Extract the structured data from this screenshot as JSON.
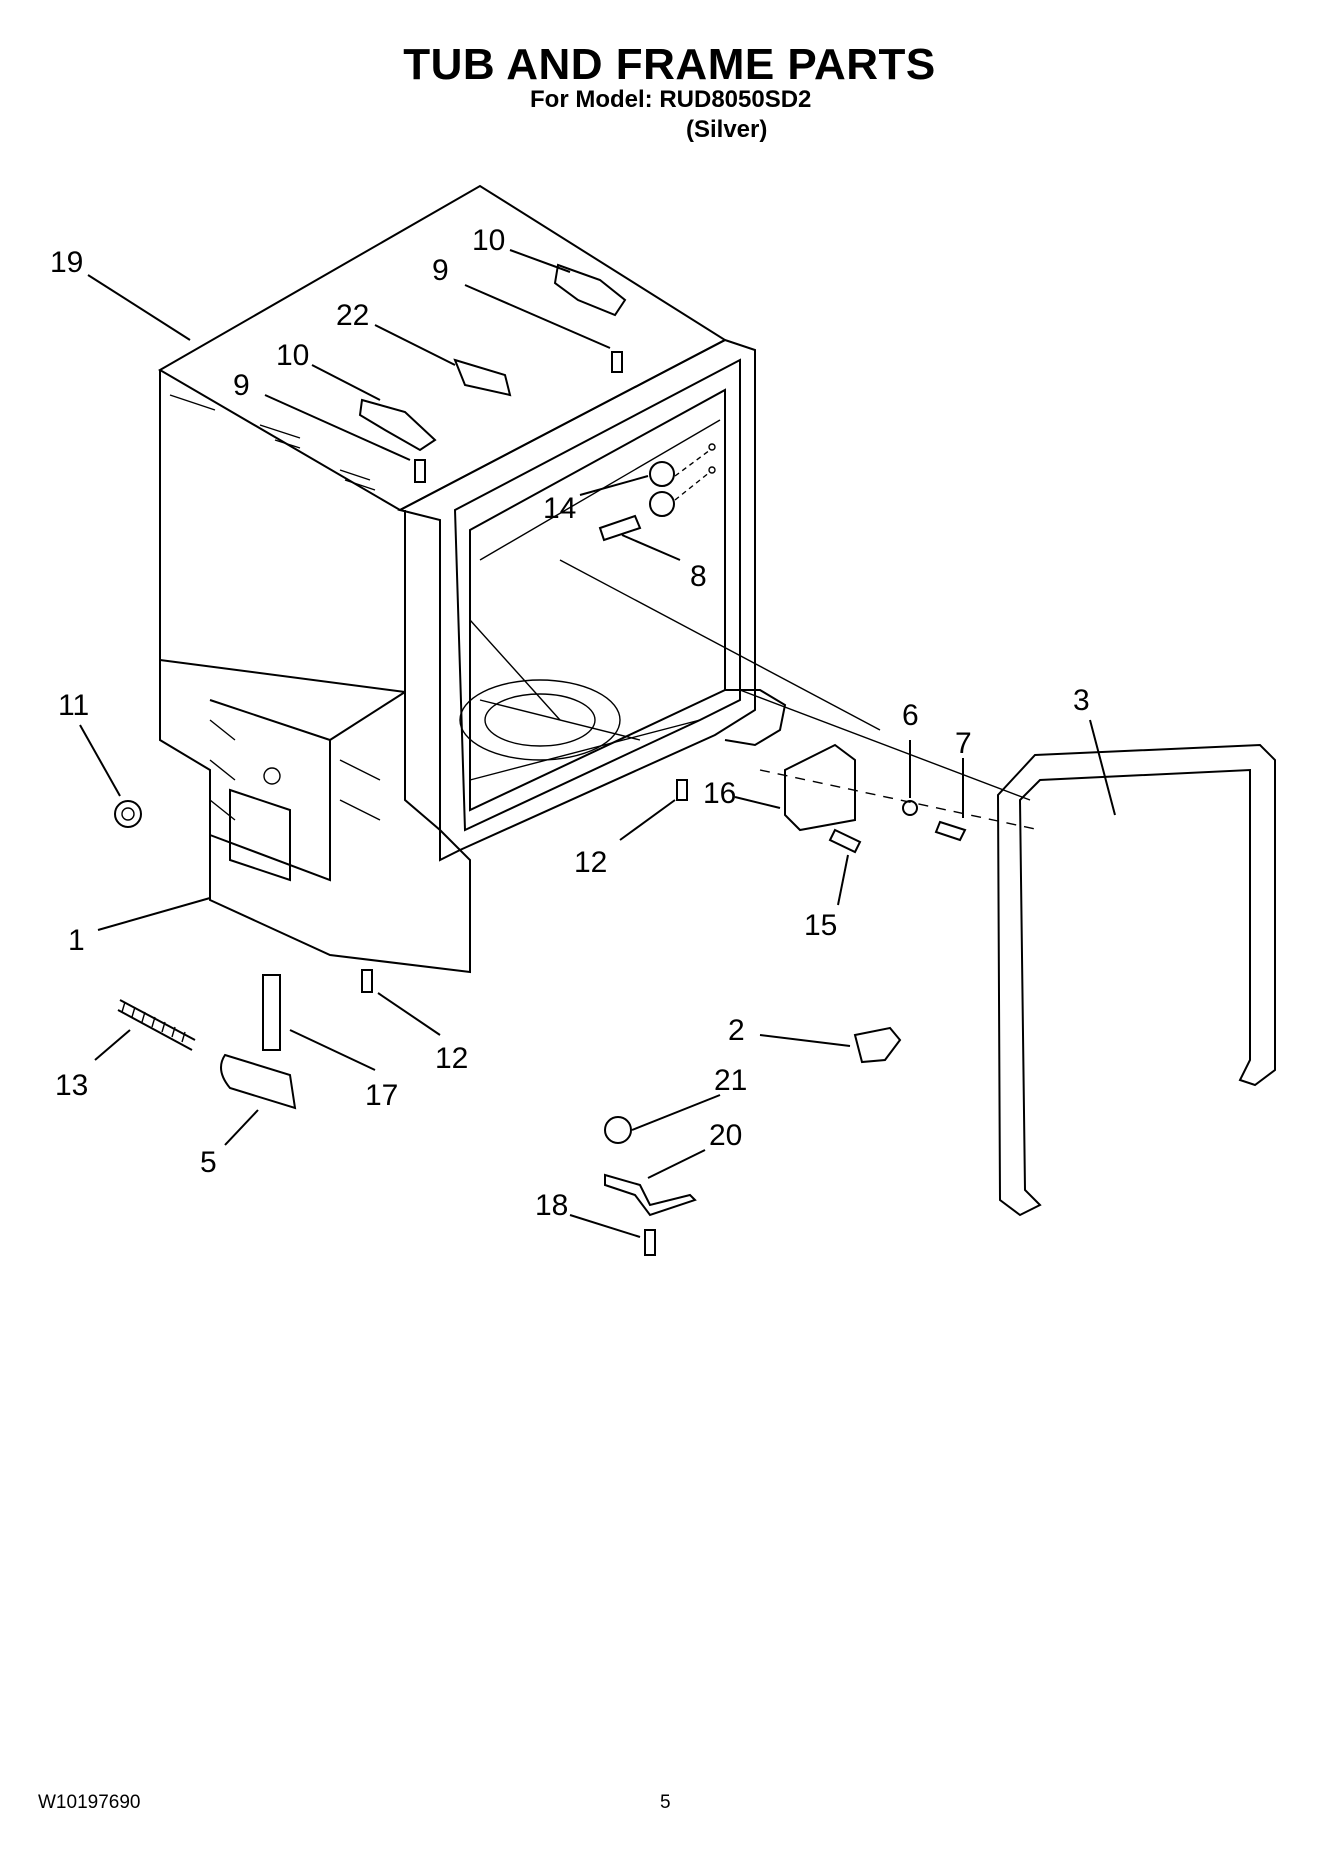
{
  "header": {
    "title": "TUB AND FRAME PARTS",
    "model_line": "For Model: RUD8050SD2",
    "color_line": "(Silver)"
  },
  "callouts": [
    "19",
    "10",
    "9",
    "22",
    "10",
    "9",
    "14",
    "8",
    "11",
    "6",
    "7",
    "3",
    "16",
    "12",
    "1",
    "15",
    "12",
    "13",
    "17",
    "5",
    "2",
    "21",
    "20",
    "18"
  ],
  "footer": {
    "doc_number": "W10197690",
    "page_number": "5"
  }
}
